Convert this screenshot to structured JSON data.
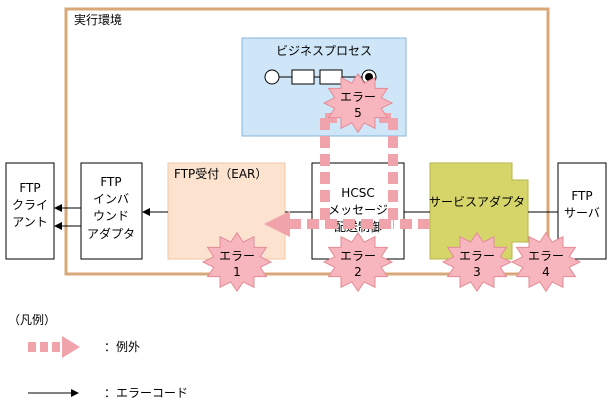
{
  "runtime": {
    "label": "実行環境"
  },
  "business_process": {
    "label": "ビジネスプロセス"
  },
  "ftp_client": {
    "lines": [
      "FTP",
      "クライ",
      "アント"
    ]
  },
  "inbound_adapter": {
    "lines": [
      "FTP",
      "インバ",
      "ウンド",
      "アダプタ"
    ]
  },
  "ftp_reception": {
    "label": "FTP受付（EAR）"
  },
  "hcsc": {
    "lines": [
      "HCSC",
      "メッセージ",
      "配送制御"
    ]
  },
  "service_adapter": {
    "label": "サービスアダプタ"
  },
  "ftp_server": {
    "lines": [
      "FTP",
      "サーバ"
    ]
  },
  "errors": [
    {
      "line1": "エラー",
      "line2": "1"
    },
    {
      "line1": "エラー",
      "line2": "2"
    },
    {
      "line1": "エラー",
      "line2": "3"
    },
    {
      "line1": "エラー",
      "line2": "4"
    },
    {
      "line1": "エラー",
      "line2": "5"
    }
  ],
  "legend": {
    "title": "（凡例）",
    "exception": "：例外",
    "error_code": "：エラーコード"
  },
  "colors": {
    "runtime_border": "#d8a878",
    "bp_fill": "#cfe6f8",
    "bp_border": "#86b5da",
    "reception_fill": "#fbe3d0",
    "reception_border": "#f0c7a6",
    "service_fill": "#d6d56a",
    "service_border": "#b7b64c",
    "burst_fill": "#f7b5bd",
    "burst_border": "#e38b96",
    "exception_arrow": "#f1a3ac"
  }
}
